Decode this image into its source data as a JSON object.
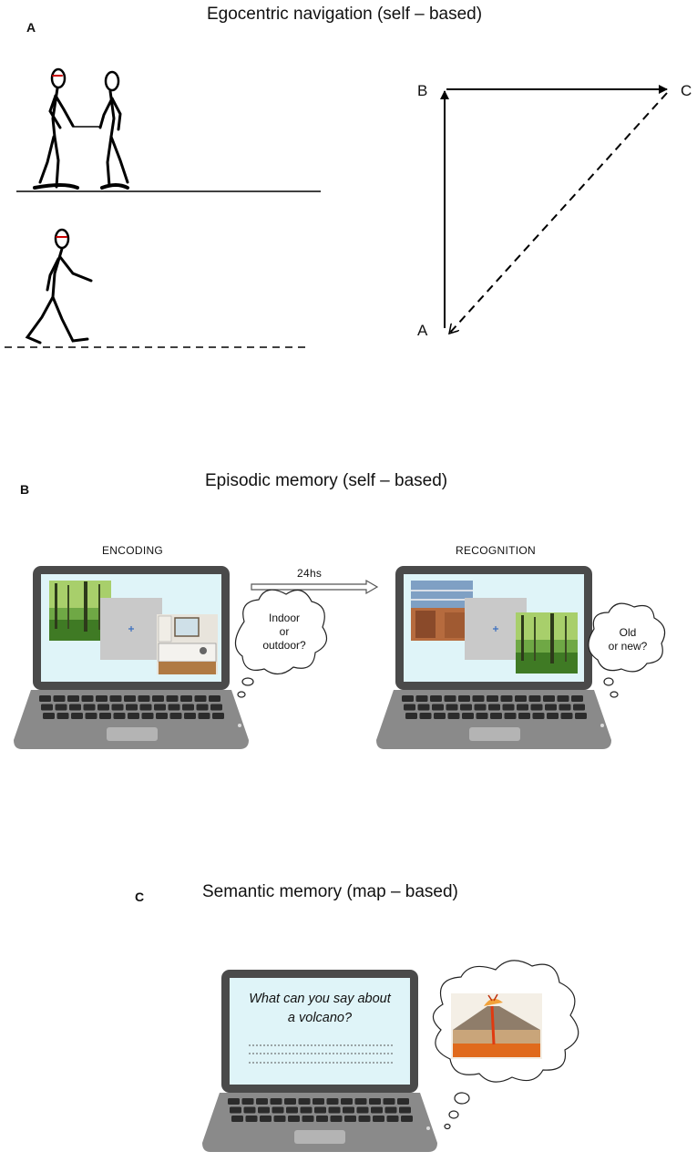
{
  "panel_a": {
    "letter": "A",
    "title": "Egocentric navigation (self – based)",
    "points": {
      "b": "B",
      "c": "C",
      "a": "A"
    }
  },
  "panel_b": {
    "letter": "B",
    "title": "Episodic memory (self – based)",
    "encoding_label": "ENCODING",
    "recognition_label": "RECOGNITION",
    "delay_label": "24hs",
    "encoding_question": [
      "Indoor",
      "or",
      "outdoor?"
    ],
    "recognition_question": [
      "Old",
      "or new?"
    ],
    "fixation_symbol": "+"
  },
  "panel_c": {
    "letter": "C",
    "title": "Semantic memory (map – based)",
    "question_line1": "What can you say about",
    "question_line2": "a volcano?"
  },
  "colors": {
    "screen": "#dff4f8",
    "laptop_frame": "#4a4a4a",
    "laptop_base": "#8a8a8a",
    "key": "#2b2b2b",
    "fixation_square": "#c9c9c9",
    "fixation_cross": "#3a6fbf",
    "forest": "#4f8a2f",
    "lava": "#e06a1c"
  },
  "icons": [
    "stick-figure-pair",
    "walking-figure",
    "laptop",
    "thought-bubble",
    "forest-photo",
    "kitchen-photo",
    "library-photo",
    "volcano-illustration"
  ]
}
